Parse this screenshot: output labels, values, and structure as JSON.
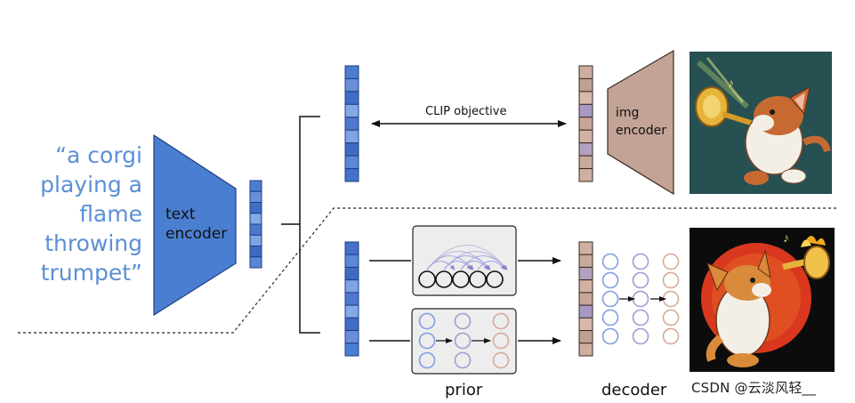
{
  "caption_lines": [
    "“a corgi",
    "playing a",
    "flame",
    "throwing",
    "trumpet”"
  ],
  "text_encoder": {
    "line1": "text",
    "line2": "encoder"
  },
  "img_encoder": {
    "line1": "img",
    "line2": "encoder"
  },
  "clip_objective": "CLIP objective",
  "prior_label": "prior",
  "decoder_label": "decoder",
  "watermark": "CSDN @云淡风轻__",
  "images": {
    "top": "corgi playing trumpet illustration on teal background",
    "bottom": "corgi playing flame throwing trumpet on black background with red-orange sun"
  },
  "colors": {
    "text_blue": "#5b8fd6",
    "encoder_blue": "#4a7ed0",
    "img_encoder_tan": "#c2a396",
    "node_blue": "#7f9fe0",
    "node_purple": "#a59ad0",
    "node_tan": "#d6aa98"
  }
}
